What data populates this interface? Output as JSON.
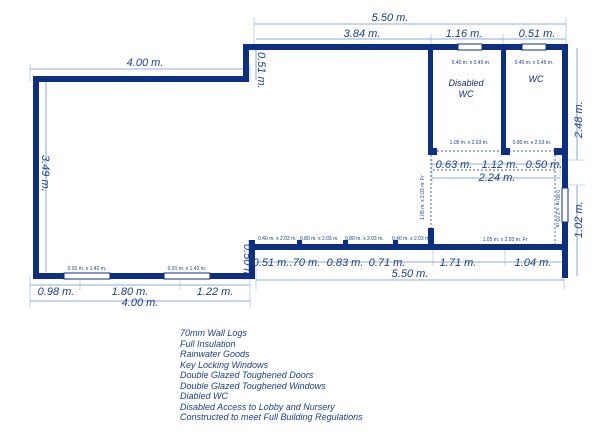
{
  "dimensions": {
    "top_overall": "5.50 m.",
    "top_mid": "3.84 m.",
    "top_disabled": "1.16 m.",
    "top_wc": "0.51 m.",
    "left_top": "4.00 m.",
    "step": "0.51 m.",
    "left_height": "3.49 m.",
    "right_upper": "2.48 m.",
    "right_lower": "1.02 m.",
    "internal_a": "0.63 m.",
    "internal_b": "1.12 m.",
    "internal_c": "0.50 m.",
    "internal_width": "2.24 m.",
    "front_a": "0.51 m.",
    "front_b": ".70 m.",
    "front_c": "0.83 m.",
    "front_d": "0.71 m.",
    "front_e": "1.71 m.",
    "front_f": "1.04 m.",
    "front_overall": "5.50 m.",
    "front_step": "0.50 m.",
    "bottom_a": "0.98 m.",
    "bottom_b": "1.80 m.",
    "bottom_c": "1.22 m.",
    "bottom_total": "4.00 m."
  },
  "rooms": {
    "disabled_line1": "Disabled",
    "disabled_line2": "WC",
    "wc": "WC"
  },
  "labels": {
    "win_disabled": "0.40 m. x 0.45 m.",
    "win_wc": "0.40 m. x 0.45 m.",
    "door_disabled": "1.05 m. x 2.03 m.",
    "door_wc": "0.80 m. x 2.03 m.",
    "door_lobby_left": "1.05 m. x 2.03 m. Fr",
    "door_right": "0.80 m. x 2.03 m.",
    "door_front": "1.05 m. x 2.03 m. Fr",
    "front_w1": "0.40 m. x 2.03 m.",
    "front_w2": "0.80 m. x 2.03 m.",
    "front_w3": "0.80 m. x 2.03 m.",
    "front_w4": "0.40 m. x 2.03 m.",
    "bottom_w1": "0.91 m. x 1.42 m.",
    "bottom_w2": "0.91 m. x 1.42 m."
  },
  "notes": [
    "70mm Wall Logs",
    "Full Insulation",
    "Rainwater Goods",
    "Key Locking Windows",
    "Double Glazed Toughened Doors",
    "Double Glazed Toughened Windows",
    "Diabled WC",
    "Disabled Access to Lobby and Nursery",
    "Constructed to meet Full Building Regulations"
  ]
}
